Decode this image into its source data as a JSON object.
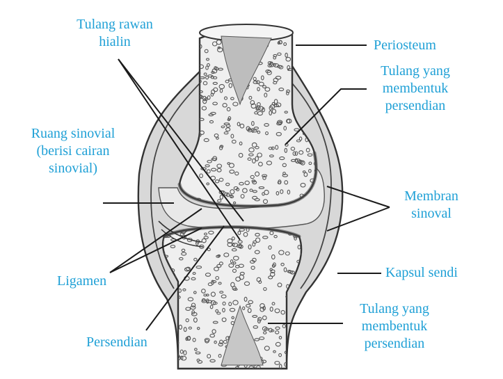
{
  "colors": {
    "label_text": "#1fa0d6",
    "leader_line": "#1a1a1a",
    "bone_fill": "#e7e7e7",
    "capsule_fill": "#dadada",
    "outline": "#333333"
  },
  "labels": {
    "tulang_rawan_hialin": [
      "Tulang rawan",
      "hialin"
    ],
    "periosteum": [
      "Periosteum"
    ],
    "tulang_membentuk_atas": [
      "Tulang yang",
      "membentuk",
      "persendian"
    ],
    "ruang_sinovial": [
      "Ruang sinovial",
      "(berisi cairan",
      "sinovial)"
    ],
    "membran_sinoval": [
      "Membran",
      "sinoval"
    ],
    "kapsul_sendi": [
      "Kapsul sendi"
    ],
    "ligamen": [
      "Ligamen"
    ],
    "tulang_membentuk_bawah": [
      "Tulang yang",
      "membentuk",
      "persendian"
    ],
    "persendian": [
      "Persendian"
    ]
  }
}
